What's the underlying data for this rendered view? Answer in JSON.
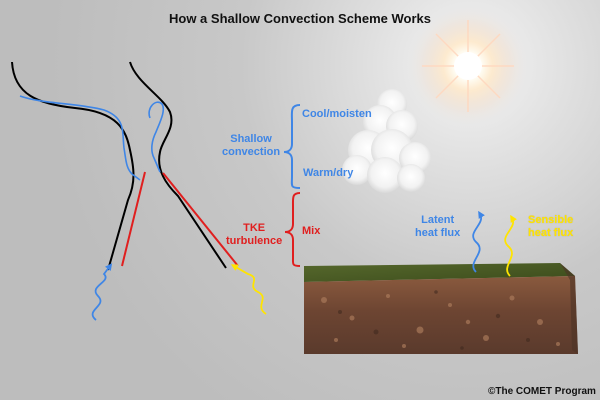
{
  "title": "How a Shallow Convection Scheme Works",
  "labels": {
    "shallow_convection": "Shallow convection",
    "cool_moisten": "Cool/moisten",
    "warm_dry": "Warm/dry",
    "tke_turbulence": "TKE turbulence",
    "mix": "Mix",
    "latent_heat_flux": "Latent heat flux",
    "sensible_heat_flux": "Sensible heat flux"
  },
  "credit": "©The COMET Program",
  "colors": {
    "blue": "#3f86e6",
    "red": "#e01f1f",
    "yellow": "#ffe400",
    "black": "#000000"
  }
}
